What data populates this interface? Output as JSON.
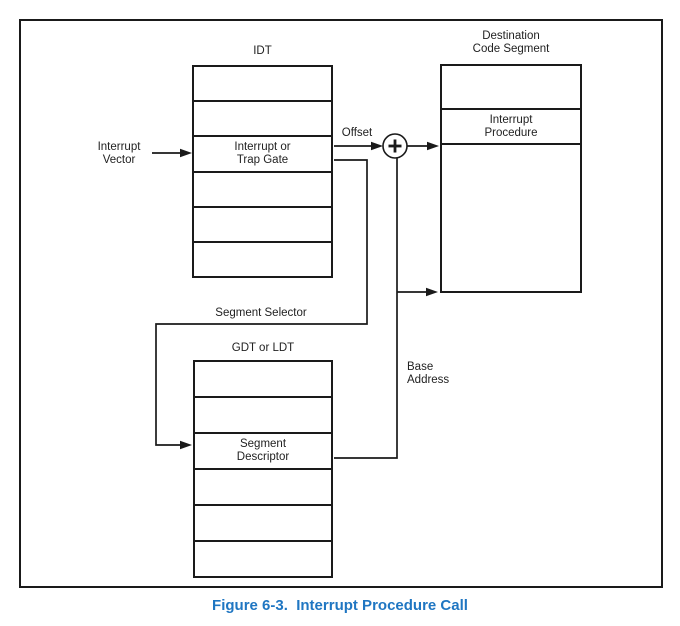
{
  "figure": {
    "caption": "Figure 6-3.  Interrupt Procedure Call",
    "idt": {
      "title": "IDT",
      "gate_cell": "Interrupt or\nTrap Gate"
    },
    "destination_segment": {
      "title": "Destination\nCode Segment",
      "procedure_cell": "Interrupt\nProcedure"
    },
    "gdt": {
      "title": "GDT or LDT",
      "descriptor_cell": "Segment\nDescriptor"
    },
    "annotations": {
      "interrupt_vector": "Interrupt\nVector",
      "offset": "Offset",
      "segment_selector": "Segment Selector",
      "base_address": "Base\nAddress"
    },
    "icons": {
      "adder": "plus-in-circle"
    },
    "colors": {
      "line": "#1a1a1a",
      "caption": "#1f76c2",
      "background": "#ffffff"
    }
  }
}
